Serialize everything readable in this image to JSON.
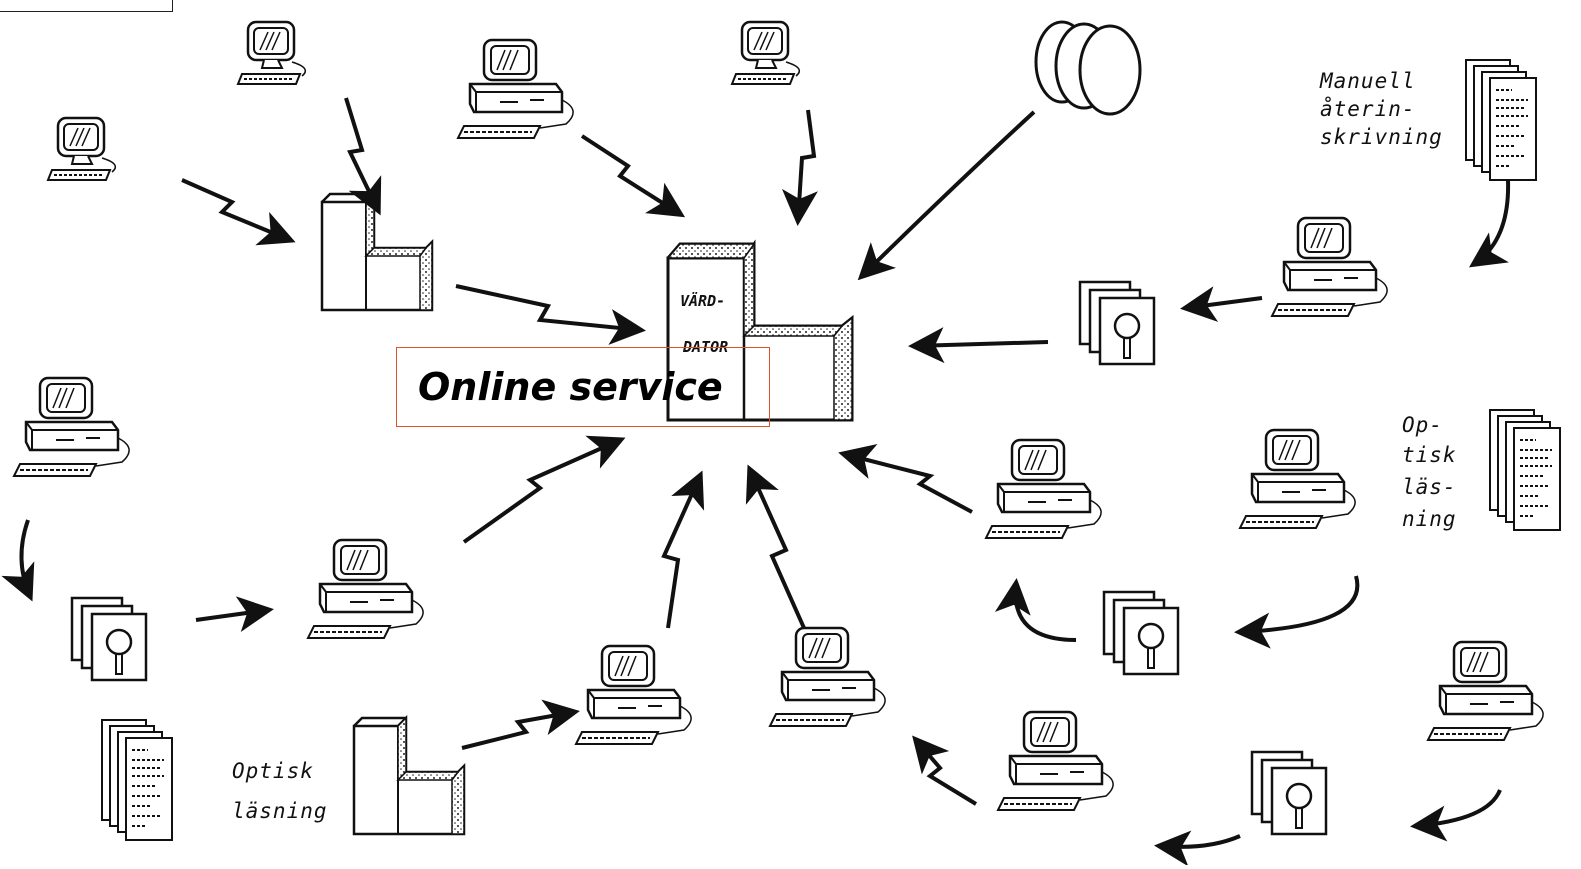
{
  "caption": "Online service",
  "central_label_line1": "VÄRD-",
  "central_label_line2": "DATOR",
  "label_manual": [
    "Manuell",
    "återin-",
    "skrivning"
  ],
  "label_optical_right": [
    "Op-",
    "tisk",
    "läs-",
    "ning"
  ],
  "label_optical_bottom": [
    "Optisk",
    "läsning"
  ],
  "colors": {
    "ink": "#111111",
    "caption_border": "#e0502a",
    "background": "#ffffff"
  },
  "icons": [
    "computer-terminal-icon",
    "desktop-computer-icon",
    "server-tower-icon",
    "host-computer-icon",
    "disk-stack-icon",
    "floppy-disk-icon",
    "paper-documents-icon",
    "lightning-link-arrow-icon",
    "curved-arrow-icon"
  ]
}
